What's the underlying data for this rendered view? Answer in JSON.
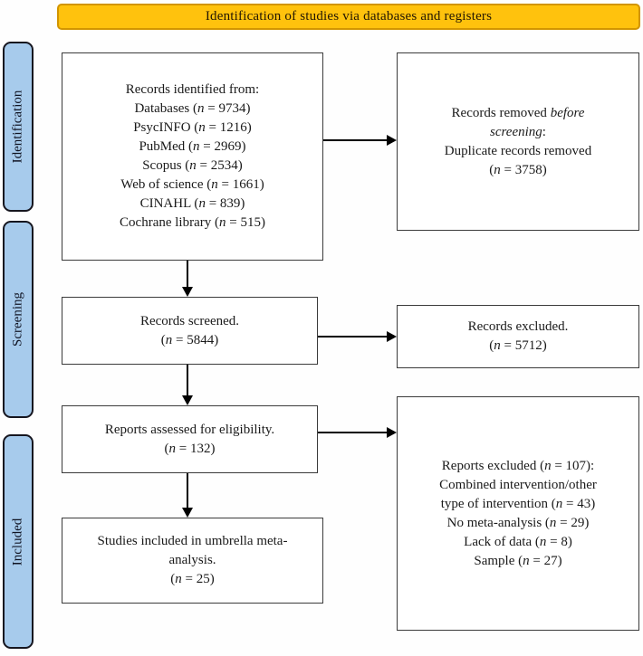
{
  "banner": {
    "label": "Identification of studies via databases and registers"
  },
  "sidebar": [
    {
      "label": "Identification"
    },
    {
      "label": "Screening"
    },
    {
      "label": "Included"
    }
  ],
  "boxes": {
    "records_identified": {
      "lines": [
        [
          {
            "t": "Records identified from:"
          }
        ],
        [
          {
            "t": "Databases ("
          },
          {
            "t": "n",
            "i": true
          },
          {
            "t": " = 9734)"
          }
        ],
        [
          {
            "t": "PsycINFO ("
          },
          {
            "t": "n",
            "i": true
          },
          {
            "t": " = 1216)"
          }
        ],
        [
          {
            "t": "PubMed ("
          },
          {
            "t": "n",
            "i": true
          },
          {
            "t": " = 2969)"
          }
        ],
        [
          {
            "t": "Scopus ("
          },
          {
            "t": "n",
            "i": true
          },
          {
            "t": " = 2534)"
          }
        ],
        [
          {
            "t": "Web of science ("
          },
          {
            "t": "n",
            "i": true
          },
          {
            "t": " = 1661)"
          }
        ],
        [
          {
            "t": "CINAHL ("
          },
          {
            "t": "n",
            "i": true
          },
          {
            "t": " = 839)"
          }
        ],
        [
          {
            "t": "Cochrane library ("
          },
          {
            "t": "n",
            "i": true
          },
          {
            "t": " = 515)"
          }
        ]
      ]
    },
    "records_removed": {
      "lines": [
        [
          {
            "t": "Records removed "
          },
          {
            "t": "before",
            "i": true
          }
        ],
        [
          {
            "t": "screening",
            "i": true
          },
          {
            "t": ":"
          }
        ],
        [
          {
            "t": "Duplicate records removed"
          }
        ],
        [
          {
            "t": "("
          },
          {
            "t": "n",
            "i": true
          },
          {
            "t": " = 3758)"
          }
        ]
      ]
    },
    "records_screened": {
      "lines": [
        [
          {
            "t": "Records screened."
          }
        ],
        [
          {
            "t": "("
          },
          {
            "t": "n",
            "i": true
          },
          {
            "t": " = 5844)"
          }
        ]
      ]
    },
    "records_excluded": {
      "lines": [
        [
          {
            "t": "Records excluded."
          }
        ],
        [
          {
            "t": "("
          },
          {
            "t": "n",
            "i": true
          },
          {
            "t": " = 5712)"
          }
        ]
      ]
    },
    "reports_assessed": {
      "lines": [
        [
          {
            "t": "Reports assessed for eligibility."
          }
        ],
        [
          {
            "t": "("
          },
          {
            "t": "n",
            "i": true
          },
          {
            "t": " = 132)"
          }
        ]
      ]
    },
    "reports_excluded": {
      "lines": [
        [
          {
            "t": "Reports excluded ("
          },
          {
            "t": "n",
            "i": true
          },
          {
            "t": " = 107):"
          }
        ],
        [
          {
            "t": "Combined intervention/other"
          }
        ],
        [
          {
            "t": "type of intervention ("
          },
          {
            "t": "n",
            "i": true
          },
          {
            "t": " = 43)"
          }
        ],
        [
          {
            "t": "No meta-analysis ("
          },
          {
            "t": "n",
            "i": true
          },
          {
            "t": " = 29)"
          }
        ],
        [
          {
            "t": "Lack of data ("
          },
          {
            "t": "n",
            "i": true
          },
          {
            "t": " = 8)"
          }
        ],
        [
          {
            "t": "Sample ("
          },
          {
            "t": "n",
            "i": true
          },
          {
            "t": " = 27)"
          }
        ]
      ]
    },
    "studies_included": {
      "lines": [
        [
          {
            "t": "Studies included in umbrella meta-"
          }
        ],
        [
          {
            "t": "analysis."
          }
        ],
        [
          {
            "t": "("
          },
          {
            "t": "n",
            "i": true
          },
          {
            "t": " = 25)"
          }
        ]
      ]
    }
  },
  "colors": {
    "banner_fill": "#FFC20D",
    "banner_border": "#D29500",
    "banner_text": "#231703",
    "sidebar_fill": "#A7CBEC",
    "sidebar_border": "#16161F",
    "sidebar_text": "#101423",
    "box_border": "#3B3B3B",
    "box_text": "#1A1A1A",
    "arrow": "#000000"
  }
}
